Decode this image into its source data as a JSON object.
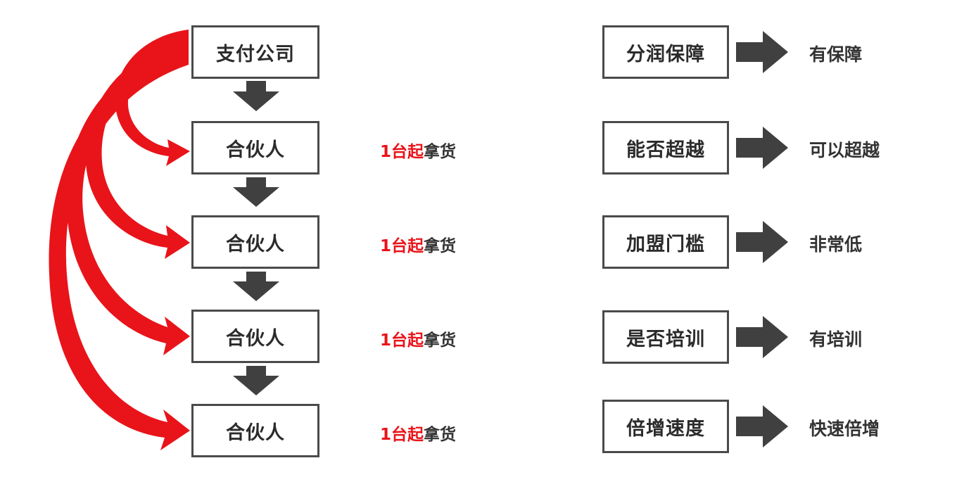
{
  "colors": {
    "red_arrow": "#e8141a",
    "dark_arrow": "#404040",
    "box_border": "#4a4a4a",
    "text": "#333333"
  },
  "left_chain": {
    "company": "支付公司",
    "partners": [
      {
        "label": "合伙人",
        "note_count": "1台起",
        "note_action": "拿货"
      },
      {
        "label": "合伙人",
        "note_count": "1台起",
        "note_action": "拿货"
      },
      {
        "label": "合伙人",
        "note_count": "1台起",
        "note_action": "拿货"
      },
      {
        "label": "合伙人",
        "note_count": "1台起",
        "note_action": "拿货"
      }
    ]
  },
  "comparisons": [
    {
      "question": "分润保障",
      "answer": "有保障"
    },
    {
      "question": "能否超越",
      "answer": "可以超越"
    },
    {
      "question": "加盟门槛",
      "answer": "非常低"
    },
    {
      "question": "是否培训",
      "answer": "有培训"
    },
    {
      "question": "倍增速度",
      "answer": "快速倍增"
    }
  ]
}
